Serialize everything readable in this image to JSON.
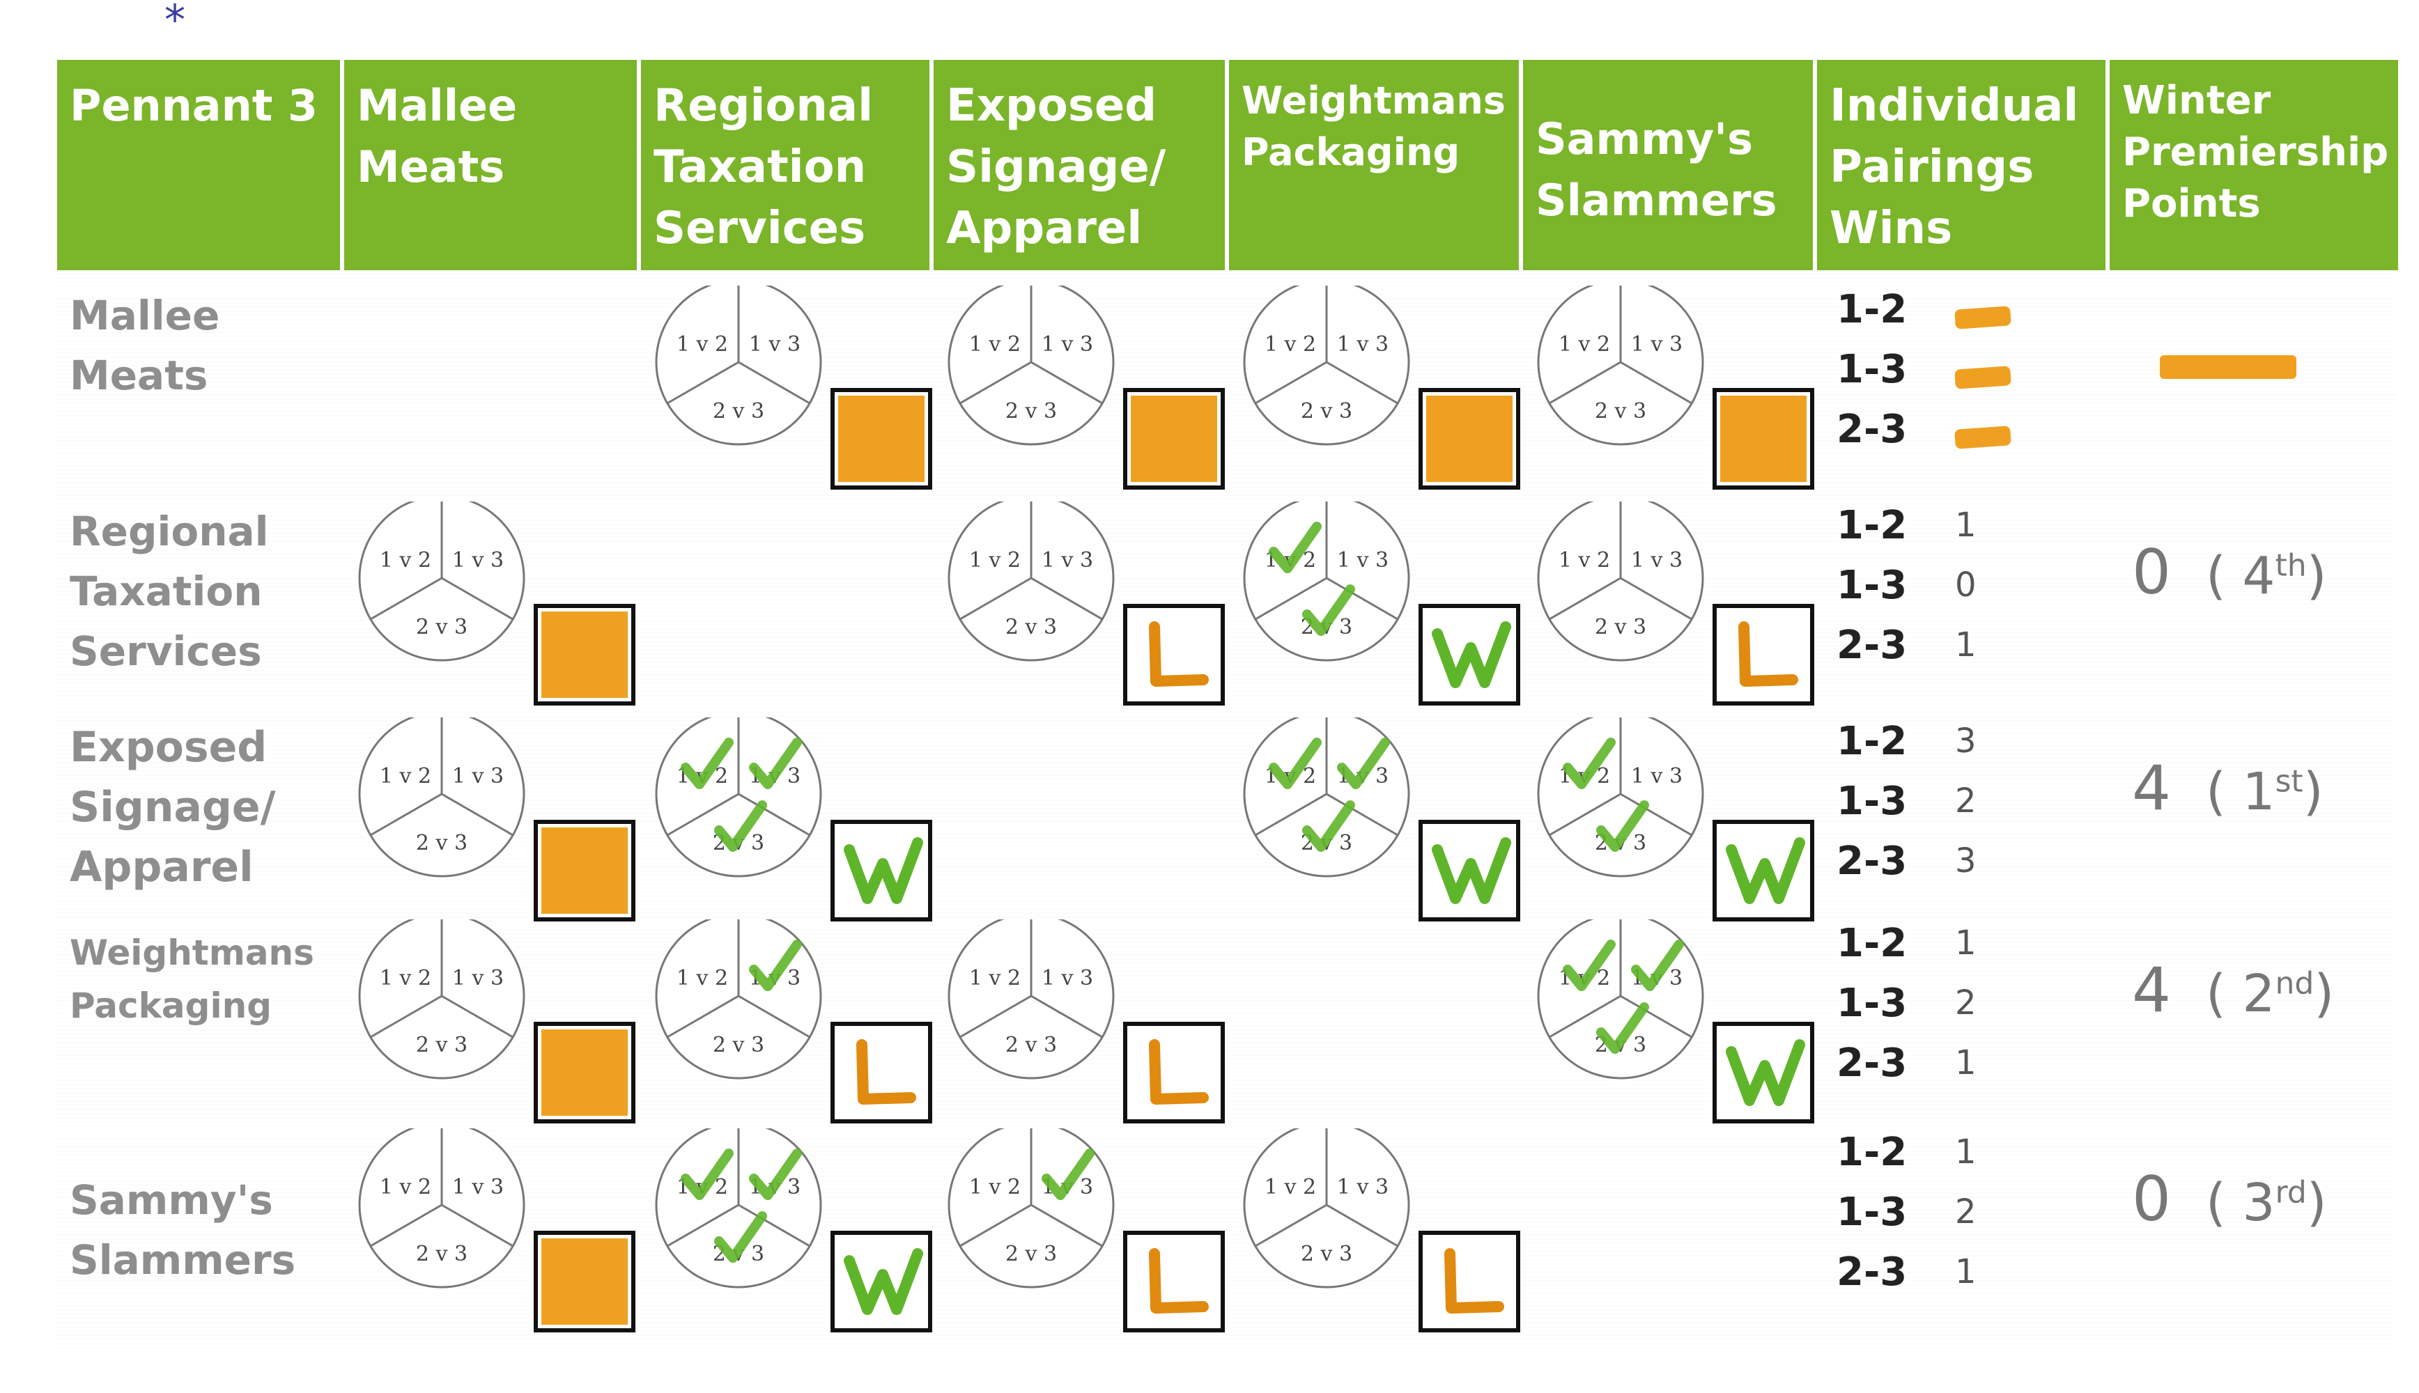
{
  "colors": {
    "header_bg": "#7ab52a",
    "header_text": "#ffffff",
    "check": "#5fb52a",
    "orange": "#f0a020",
    "loss_l": "#e08a10"
  },
  "mark": "*",
  "headers": [
    "Pennant 3",
    "Mallee\nMeats",
    "Regional\nTaxation\nServices",
    "Exposed\nSignage/\nApparel",
    "Weightmans\nPackaging",
    "Sammy's\nSlammers",
    "Individual\nPairings\nWins",
    "Winter\nPremiership\nPoints"
  ],
  "segment_labels": {
    "top_left": "1 v 2",
    "top_right": "1 v 3",
    "bottom": "2 v 3"
  },
  "win_labels": [
    "1-2",
    "1-3",
    "2-3"
  ],
  "rows": [
    {
      "team": "Mallee\nMeats",
      "fixtures": [
        {
          "col": 1,
          "result": "self",
          "checks": [
            false,
            false,
            false
          ]
        },
        {
          "col": 2,
          "result": "orange",
          "checks": [
            false,
            false,
            false
          ]
        },
        {
          "col": 3,
          "result": "orange",
          "checks": [
            false,
            false,
            false
          ]
        },
        {
          "col": 4,
          "result": "orange",
          "checks": [
            false,
            false,
            false
          ]
        },
        {
          "col": 5,
          "result": "orange",
          "checks": [
            false,
            false,
            false
          ]
        }
      ],
      "wins": [
        "",
        "",
        ""
      ],
      "points": "",
      "position": "",
      "position_suffix": ""
    },
    {
      "team": "Regional\nTaxation\nServices",
      "fixtures": [
        {
          "col": 1,
          "result": "orange",
          "checks": [
            false,
            false,
            false
          ]
        },
        {
          "col": 2,
          "result": "self",
          "checks": [
            false,
            false,
            false
          ]
        },
        {
          "col": 3,
          "result": "L",
          "checks": [
            false,
            false,
            false
          ]
        },
        {
          "col": 4,
          "result": "W",
          "checks": [
            true,
            false,
            true
          ]
        },
        {
          "col": 5,
          "result": "L",
          "checks": [
            false,
            false,
            false
          ]
        }
      ],
      "wins": [
        "1",
        "0",
        "1"
      ],
      "points": "0",
      "position": "4",
      "position_suffix": "th"
    },
    {
      "team": "Exposed\nSignage/\nApparel",
      "fixtures": [
        {
          "col": 1,
          "result": "orange",
          "checks": [
            false,
            false,
            false
          ]
        },
        {
          "col": 2,
          "result": "W",
          "checks": [
            true,
            true,
            true
          ]
        },
        {
          "col": 3,
          "result": "self",
          "checks": [
            false,
            false,
            false
          ]
        },
        {
          "col": 4,
          "result": "W",
          "checks": [
            true,
            true,
            true
          ]
        },
        {
          "col": 5,
          "result": "W",
          "checks": [
            true,
            false,
            true
          ]
        }
      ],
      "wins": [
        "3",
        "2",
        "3"
      ],
      "points": "4",
      "position": "1",
      "position_suffix": "st"
    },
    {
      "team": "Weightmans\nPackaging",
      "fixtures": [
        {
          "col": 1,
          "result": "orange",
          "checks": [
            false,
            false,
            false
          ]
        },
        {
          "col": 2,
          "result": "L",
          "checks": [
            false,
            true,
            false
          ]
        },
        {
          "col": 3,
          "result": "L",
          "checks": [
            false,
            false,
            false
          ]
        },
        {
          "col": 4,
          "result": "self",
          "checks": [
            false,
            false,
            false
          ]
        },
        {
          "col": 5,
          "result": "W",
          "checks": [
            true,
            true,
            true
          ]
        }
      ],
      "wins": [
        "1",
        "2",
        "1"
      ],
      "points": "4",
      "position": "2",
      "position_suffix": "nd"
    },
    {
      "team": "Sammy's\nSlammers",
      "fixtures": [
        {
          "col": 1,
          "result": "orange",
          "checks": [
            false,
            false,
            false
          ]
        },
        {
          "col": 2,
          "result": "W",
          "checks": [
            true,
            true,
            true
          ]
        },
        {
          "col": 3,
          "result": "L",
          "checks": [
            false,
            true,
            false
          ]
        },
        {
          "col": 4,
          "result": "L",
          "checks": [
            false,
            false,
            false
          ]
        },
        {
          "col": 5,
          "result": "self",
          "checks": [
            false,
            false,
            false
          ]
        }
      ],
      "wins": [
        "1",
        "2",
        "1"
      ],
      "points": "0",
      "position": "3",
      "position_suffix": "rd"
    }
  ]
}
